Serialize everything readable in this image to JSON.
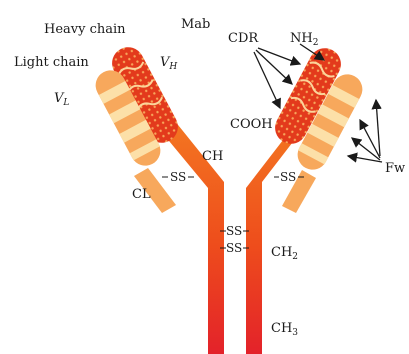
{
  "title": "Mab",
  "labels": {
    "heavy_chain": "Heavy chain",
    "light_chain": "Light chain",
    "vh": "V",
    "vh_sub": "H",
    "vl": "V",
    "vl_sub": "L",
    "cdr": "CDR",
    "nh2": "NH",
    "nh2_sub": "2",
    "cooh": "COOH",
    "ch": "CH",
    "cl": "CL",
    "ch2": "CH",
    "ch2_sub": "2",
    "ch3": "CH",
    "ch3_sub": "3",
    "fw": "Fw"
  },
  "disulfide": {
    "left": "SS",
    "right": "SS",
    "hinge_top": "SS",
    "hinge_bottom": "SS"
  },
  "colors": {
    "heavy_dark": "#d42a1e",
    "heavy_mid": "#f05a1a",
    "heavy_light": "#f9a54a",
    "light_chain": "#f7a85c",
    "light_chain_band": "#fce0a8",
    "cdr_spots": "#ffd27a",
    "arrow": "#1a1a1a"
  }
}
